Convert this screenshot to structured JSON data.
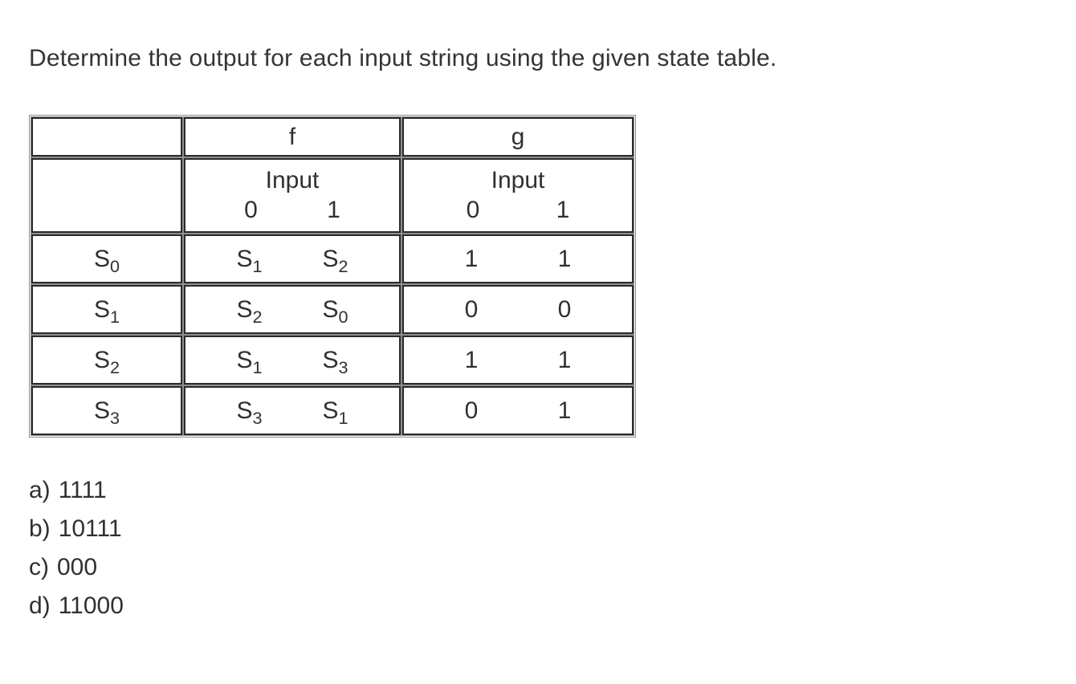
{
  "question": "Determine the output for each input string using the given state table.",
  "table": {
    "corner_top": "",
    "corner_bottom": "",
    "f_header": "f",
    "g_header": "g",
    "input_label": "Input",
    "input_cols": [
      "0",
      "1"
    ],
    "rows": [
      {
        "state": {
          "base": "S",
          "sub": "0"
        },
        "f": [
          {
            "base": "S",
            "sub": "1"
          },
          {
            "base": "S",
            "sub": "2"
          }
        ],
        "g": [
          "1",
          "1"
        ]
      },
      {
        "state": {
          "base": "S",
          "sub": "1"
        },
        "f": [
          {
            "base": "S",
            "sub": "2"
          },
          {
            "base": "S",
            "sub": "0"
          }
        ],
        "g": [
          "0",
          "0"
        ]
      },
      {
        "state": {
          "base": "S",
          "sub": "2"
        },
        "f": [
          {
            "base": "S",
            "sub": "1"
          },
          {
            "base": "S",
            "sub": "3"
          }
        ],
        "g": [
          "1",
          "1"
        ]
      },
      {
        "state": {
          "base": "S",
          "sub": "3"
        },
        "f": [
          {
            "base": "S",
            "sub": "3"
          },
          {
            "base": "S",
            "sub": "1"
          }
        ],
        "g": [
          "0",
          "1"
        ]
      }
    ]
  },
  "options": [
    {
      "label": "a)",
      "value": "1111"
    },
    {
      "label": "b)",
      "value": "10111"
    },
    {
      "label": "c)",
      "value": "000"
    },
    {
      "label": "d)",
      "value": "11000"
    }
  ],
  "colors": {
    "border_dark": "#2b2b2b",
    "border_gray": "#8f8f8f",
    "text": "#2e3134",
    "background": "#ffffff"
  }
}
